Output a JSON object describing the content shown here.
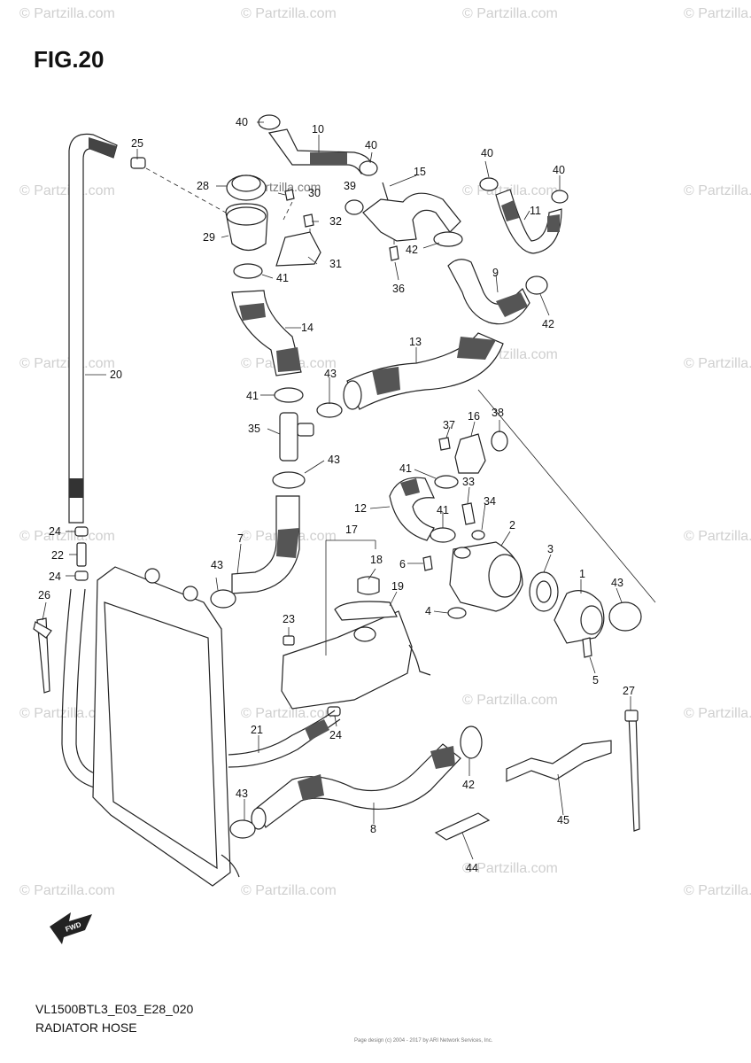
{
  "header": {
    "figure": "FIG.20"
  },
  "footer": {
    "code": "VL1500BTL3_E03_E28_020",
    "title": "RADIATOR HOSE",
    "note": "Page design (c) 2004 - 2017 by ARI Network Services, Inc."
  },
  "watermark": "© Partzilla.com",
  "fwd_label": "FWD",
  "callouts": {
    "c1": "1",
    "c2": "2",
    "c3": "3",
    "c4": "4",
    "c5": "5",
    "c6": "6",
    "c7": "7",
    "c8": "8",
    "c9": "9",
    "c10": "10",
    "c11": "11",
    "c12": "12",
    "c13": "13",
    "c14": "14",
    "c15": "15",
    "c16": "16",
    "c17": "17",
    "c18": "18",
    "c19": "19",
    "c20": "20",
    "c21": "21",
    "c22": "22",
    "c23": "23",
    "c24a": "24",
    "c24b": "24",
    "c24c": "24",
    "c25": "25",
    "c26": "26",
    "c27": "27",
    "c28": "28",
    "c29": "29",
    "c30": "30",
    "c31": "31",
    "c32": "32",
    "c33": "33",
    "c34": "34",
    "c35": "35",
    "c36": "36",
    "c37": "37",
    "c38": "38",
    "c39": "39",
    "c40a": "40",
    "c40b": "40",
    "c40c": "40",
    "c40d": "40",
    "c41a": "41",
    "c41b": "41",
    "c41c": "41",
    "c41d": "41",
    "c42a": "42",
    "c42b": "42",
    "c42c": "42",
    "c43a": "43",
    "c43b": "43",
    "c43c": "43",
    "c43d": "43",
    "c43e": "43",
    "c44": "44",
    "c45": "45"
  }
}
